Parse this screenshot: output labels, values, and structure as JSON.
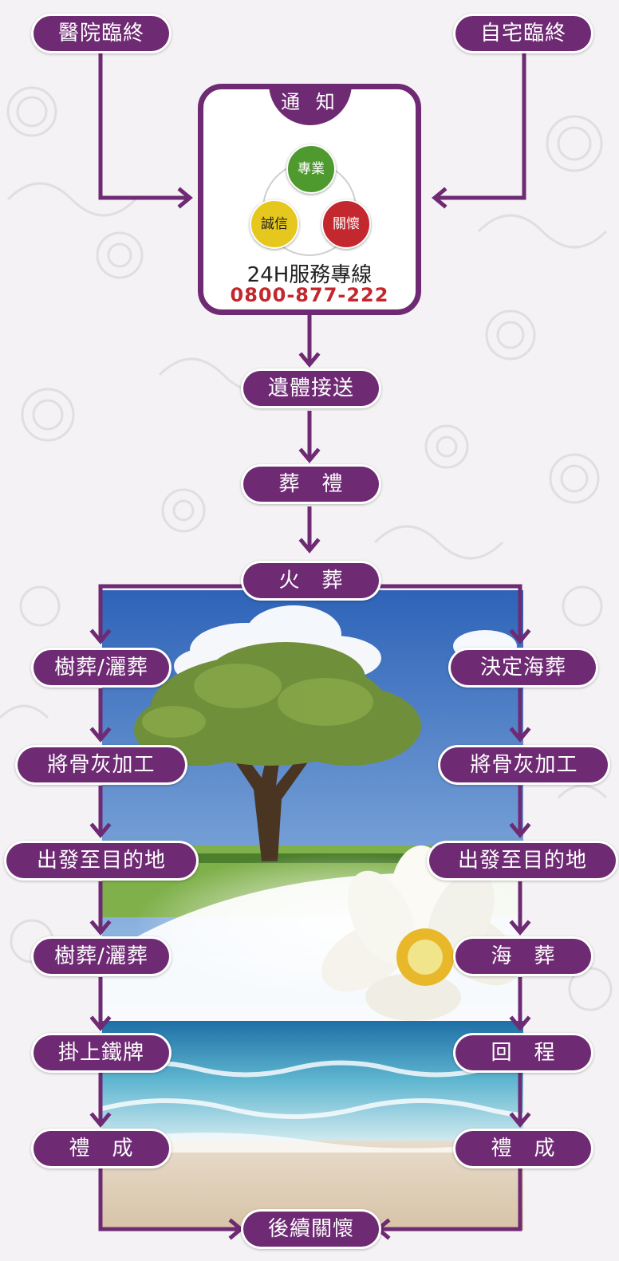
{
  "colors": {
    "primary_purple": "#6e2a73",
    "green": "#4f9a2e",
    "yellow": "#e6c71d",
    "red": "#c2282e"
  },
  "top": {
    "hospital": "醫院臨終",
    "home": "自宅臨終"
  },
  "notify_box": {
    "header": "通 知",
    "values": {
      "professional": "專業",
      "integrity": "誠信",
      "care": "關懷"
    },
    "hotline_label": "24H服務專線",
    "hotline_number": "0800-877-222"
  },
  "flow": {
    "transport": "遺體接送",
    "funeral": "葬　禮",
    "cremation": "火　葬",
    "aftercare": "後續關懷"
  },
  "left_branch": [
    "樹葬/灑葬",
    "將骨灰加工",
    "出發至目的地",
    "樹葬/灑葬",
    "掛上鐵牌",
    "禮　成"
  ],
  "right_branch": [
    "決定海葬",
    "將骨灰加工",
    "出發至目的地",
    "海　葬",
    "回　程",
    "禮　成"
  ]
}
